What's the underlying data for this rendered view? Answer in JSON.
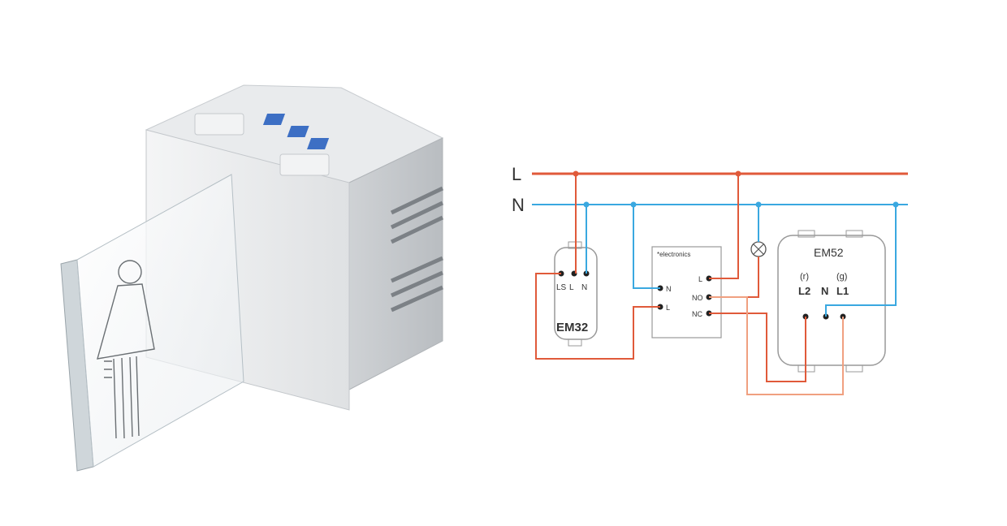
{
  "diagram": {
    "lines": {
      "live": "L",
      "neutral": "N"
    },
    "colors": {
      "live": "#e05a3a",
      "neutral": "#3aa8e0",
      "wire_light": "#f0a080",
      "outline": "#999999"
    },
    "em32": {
      "name": "EM32",
      "terminals": [
        "LS",
        "L",
        "N"
      ]
    },
    "electronics": {
      "title": "*electronics",
      "terminals_left": [
        "N",
        "L"
      ],
      "terminals_right": [
        "L",
        "NO",
        "NC"
      ]
    },
    "em52": {
      "name": "EM52",
      "terminal_tags": [
        "(r)",
        "(g)"
      ],
      "terminals": [
        "L2",
        "N",
        "L1"
      ]
    },
    "lamp_icon": "lamp-cross-icon"
  },
  "product": {
    "icon": "woman-restroom-sign-icon"
  }
}
